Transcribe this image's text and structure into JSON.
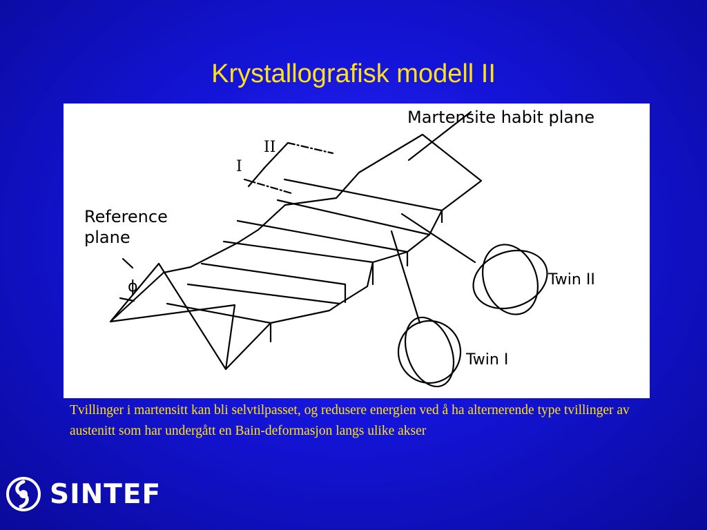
{
  "slide": {
    "title": "Krystallografisk modell II",
    "caption": "Tvillinger i martensitt kan bli selvtilpasset, og redusere energien ved å ha alternerende type tvillinger av austenitt som har undergått en Bain-deformasjon langs ulike akser"
  },
  "figure": {
    "labels": {
      "habit_plane": "Martensite habit plane",
      "reference_plane_line1": "Reference",
      "reference_plane_line2": "plane",
      "phi": "ϕ",
      "mark_two": "II",
      "mark_one": "I",
      "twin_two": "Twin II",
      "twin_one": "Twin I"
    }
  },
  "footer": {
    "logo_text": "SINTEF",
    "logo_icon": "sintef-logo-icon"
  }
}
